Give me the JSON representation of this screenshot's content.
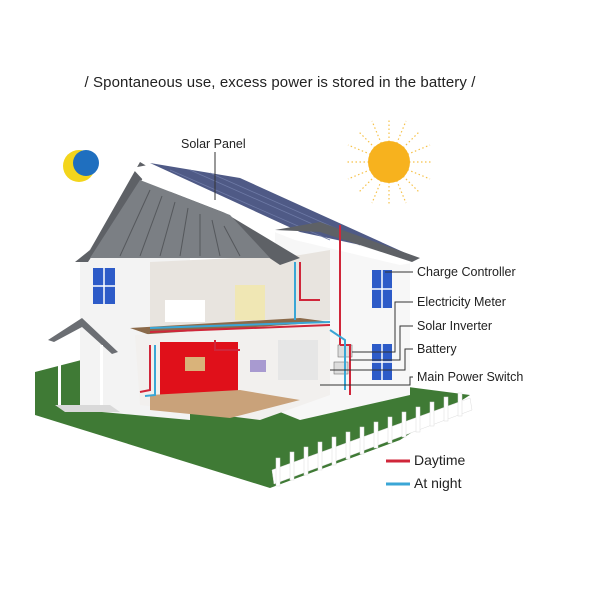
{
  "title": "/ Spontaneous use, excess power is stored in the battery /",
  "labels": {
    "solar_panel": "Solar Panel",
    "charge_controller": "Charge Controller",
    "electricity_meter": "Electricity Meter",
    "solar_inverter": "Solar Inverter",
    "battery": "Battery",
    "main_power_switch": "Main Power Switch"
  },
  "legend": [
    {
      "label": "Daytime",
      "color": "#d0263a"
    },
    {
      "label": "At night",
      "color": "#3aa6d6"
    }
  ],
  "icons": {
    "sun": "sun-icon",
    "moon": "moon-icon"
  },
  "colors": {
    "roof": "#5e6166",
    "panel": "#4f5a86",
    "grass": "#3f7a35",
    "wall": "#f4f4f4",
    "accent_wall": "#e0101a",
    "sun": "#f7b21e"
  }
}
